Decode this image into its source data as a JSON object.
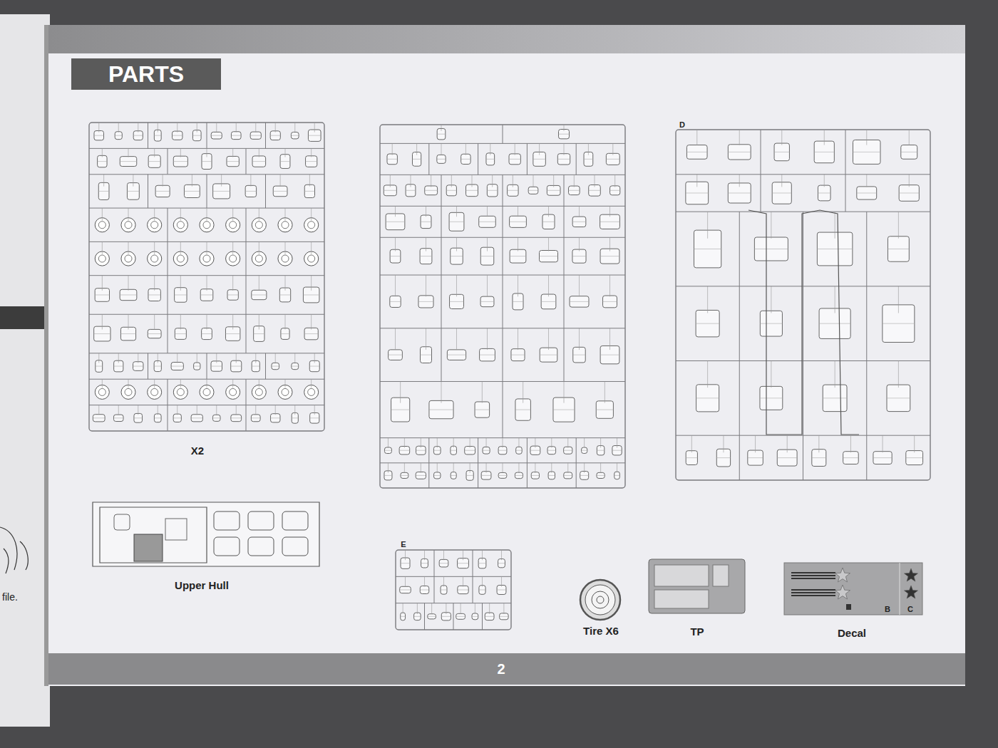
{
  "diagram": {
    "title": "PARTS",
    "labels": [
      "X2",
      "Upper Hull",
      "Tire X6",
      "TP",
      "Decal",
      "2",
      "file.",
      "D",
      "E",
      "B",
      "C"
    ]
  }
}
